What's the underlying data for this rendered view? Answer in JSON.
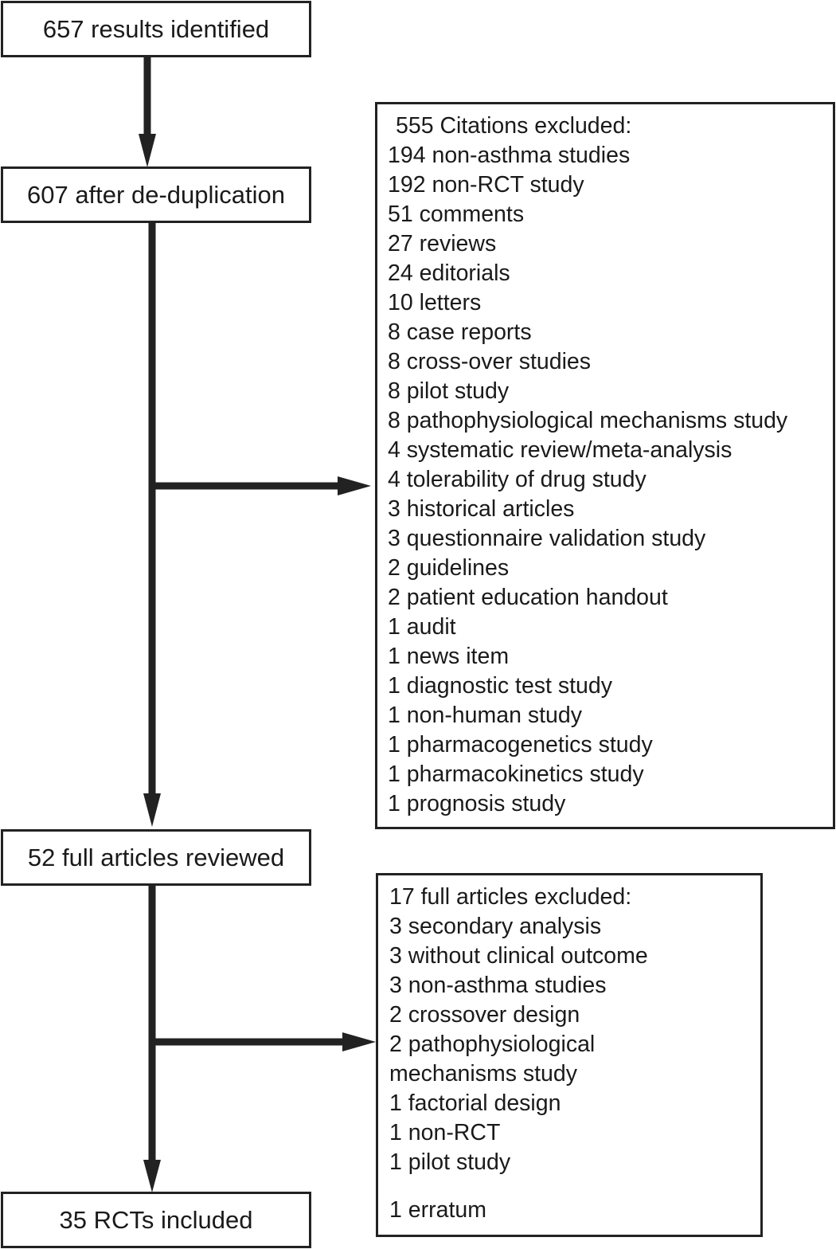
{
  "flow": {
    "identified": "657 results identified",
    "deduplicated": "607 after de-duplication",
    "reviewed": "52 full articles reviewed",
    "included": "35 RCTs included"
  },
  "exclusion1": {
    "title": "555 Citations excluded:",
    "items": [
      "194 non-asthma studies",
      "192 non-RCT study",
      "51 comments",
      "27 reviews",
      "24 editorials",
      "10 letters",
      "8 case reports",
      "8 cross-over studies",
      "8 pilot study",
      "8 pathophysiological mechanisms study",
      "4 systematic review/meta-analysis",
      "4 tolerability of drug study",
      "3 historical articles",
      "3 questionnaire validation study",
      "2 guidelines",
      "2 patient education handout",
      "1 audit",
      "1 news item",
      "1 diagnostic test study",
      "1 non-human study",
      "1 pharmacogenetics study",
      "1 pharmacokinetics study",
      "1 prognosis study"
    ]
  },
  "exclusion2": {
    "title": "17 full articles excluded:",
    "items": [
      "3 secondary analysis",
      "3 without clinical outcome",
      "3 non-asthma studies",
      "2 crossover design",
      "2 pathophysiological",
      "mechanisms study",
      "1 factorial design",
      "1 non-RCT",
      "1 pilot study"
    ],
    "last": "1 erratum"
  }
}
